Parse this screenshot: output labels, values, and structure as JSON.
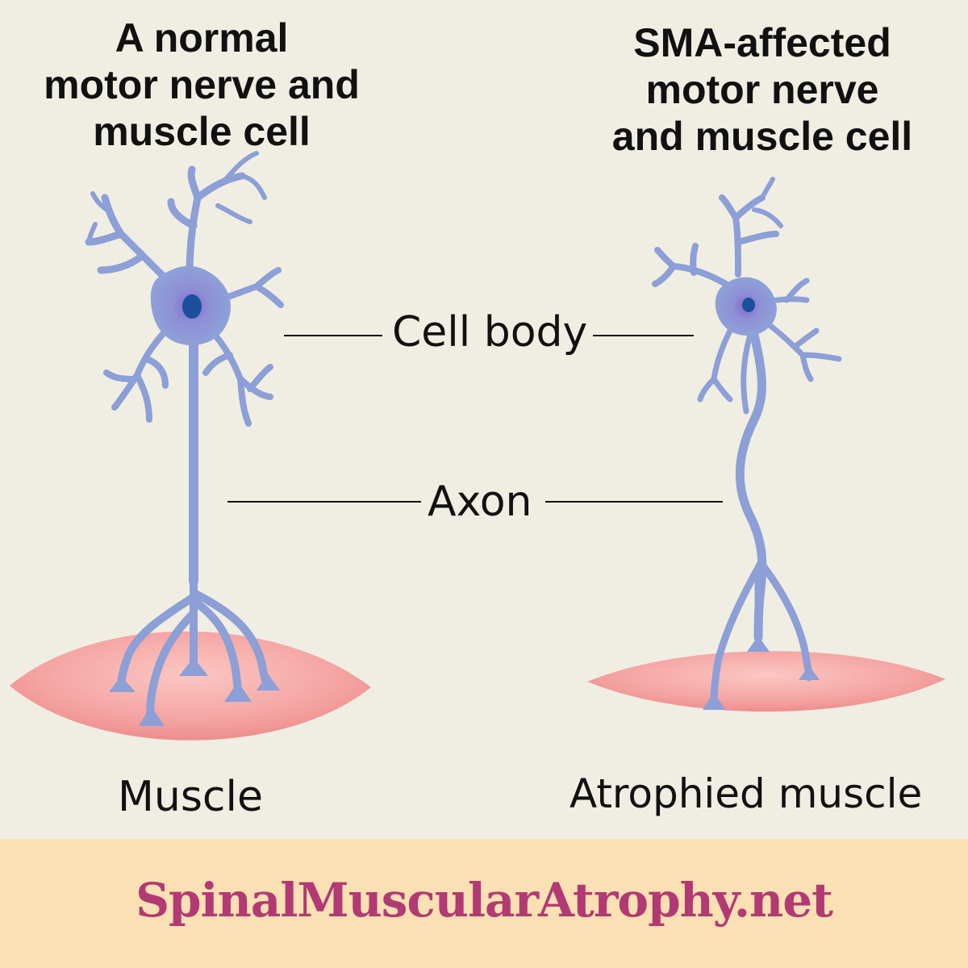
{
  "headings": {
    "left": [
      "A normal",
      "motor nerve and",
      "muscle cell"
    ],
    "right": [
      "SMA-affected",
      "motor nerve",
      "and muscle cell"
    ]
  },
  "labels": {
    "cell_body": "Cell body",
    "axon": "Axon",
    "muscle": "Muscle",
    "atrophied_muscle": "Atrophied muscle"
  },
  "footer": {
    "site": "SpinalMuscularAtrophy.net"
  },
  "colors": {
    "background": "#f0eee3",
    "neuron": "#8c9fd6",
    "nucleus": "#1a4f9c",
    "muscle": "#f19a98",
    "footer_bg": "#fbe0b3",
    "footer_text": "#b23a74"
  }
}
